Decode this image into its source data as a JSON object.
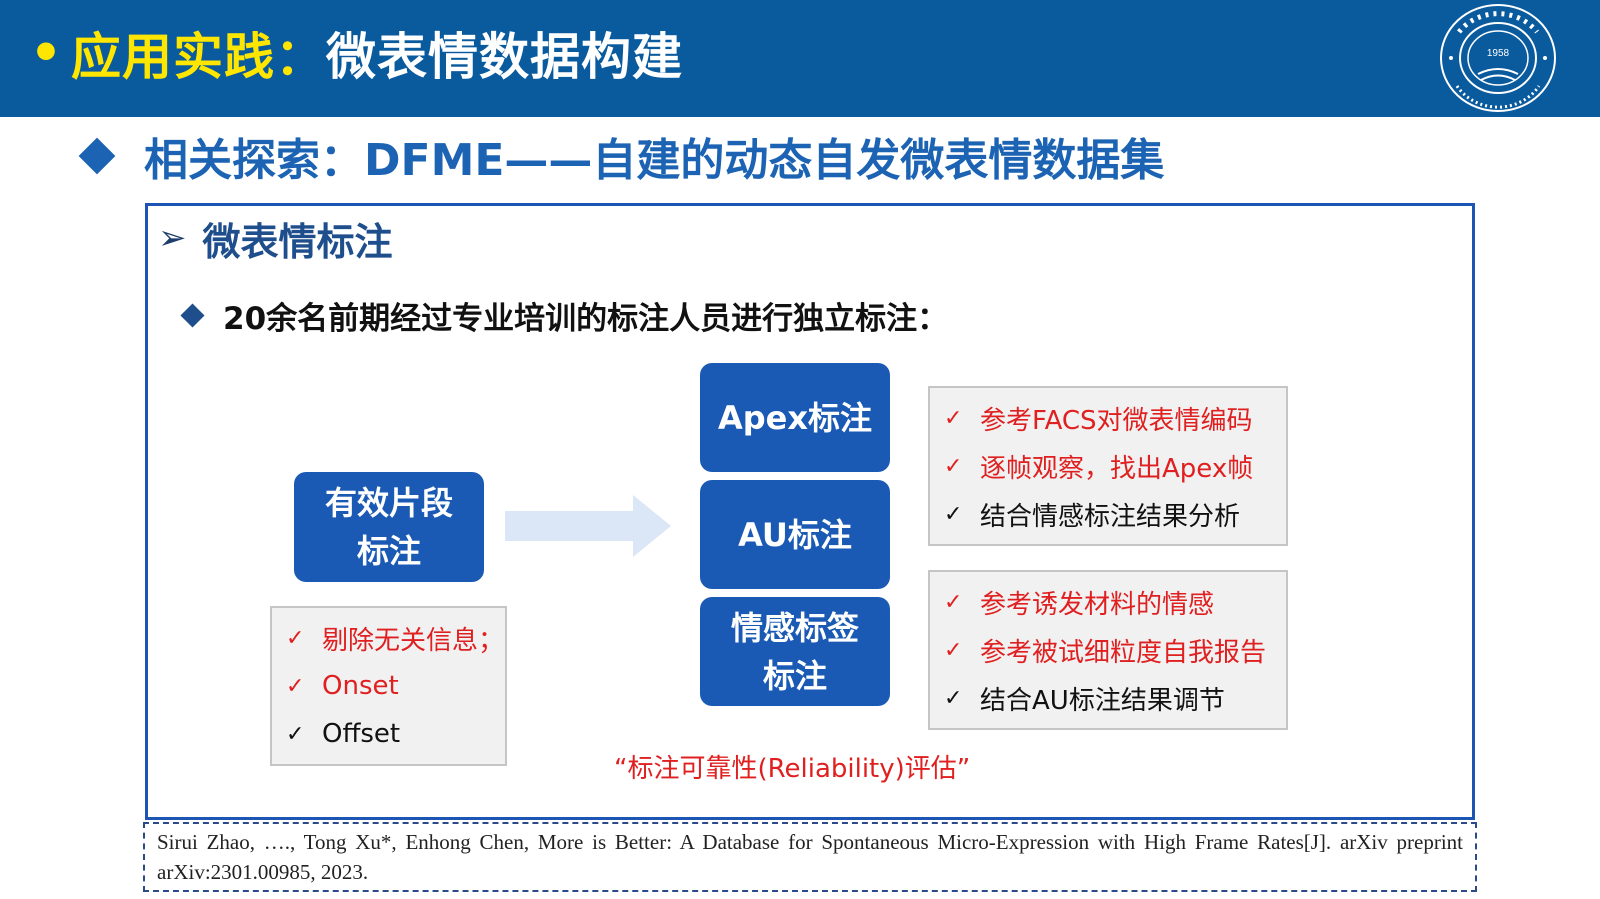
{
  "header": {
    "bullet": "•",
    "title_highlight": "应用实践：",
    "title_main": "微表情数据构建",
    "logo_year": "1958"
  },
  "subtitle": {
    "text": "相关探索：DFME——自建的动态自发微表情数据集"
  },
  "panel": {
    "section_arrow": "➢",
    "section_title": "微表情标注",
    "bullet_text": "20余名前期经过专业培训的标注人员进行独立标注："
  },
  "diagram": {
    "segment_box": {
      "line1": "有效片段",
      "line2": "标注"
    },
    "apex_box": {
      "label": "Apex标注"
    },
    "au_box": {
      "label": "AU标注"
    },
    "emotion_box": {
      "line1": "情感标签",
      "line2": "标注"
    },
    "segment_notes": [
      {
        "check": "✓",
        "text": "剔除无关信息；",
        "color": "red"
      },
      {
        "check": "✓",
        "text": "Onset",
        "color": "red"
      },
      {
        "check": "✓",
        "text": "Offset",
        "color": "black"
      }
    ],
    "apex_au_notes": [
      {
        "check": "✓",
        "text": "参考FACS对微表情编码",
        "color": "red"
      },
      {
        "check": "✓",
        "text": "逐帧观察，找出Apex帧",
        "color": "red"
      },
      {
        "check": "✓",
        "text": "结合情感标注结果分析",
        "color": "black"
      }
    ],
    "emotion_notes": [
      {
        "check": "✓",
        "text": "参考诱发材料的情感",
        "color": "red"
      },
      {
        "check": "✓",
        "text": "参考被试细粒度自我报告",
        "color": "red"
      },
      {
        "check": "✓",
        "text": "结合AU标注结果调节",
        "color": "black"
      }
    ],
    "reliability_text": "“标注可靠性(Reliability)评估”"
  },
  "reference": {
    "text": "Sirui Zhao, …., Tong Xu*, Enhong Chen, More is Better: A Database for Spontaneous Micro-Expression with High Frame Rates[J]. arXiv preprint arXiv:2301.00985, 2023."
  },
  "colors": {
    "header_bg": "#0a5a9e",
    "title_highlight": "#ffe600",
    "accent_blue": "#1a5ab4",
    "red_text": "#e02020"
  }
}
